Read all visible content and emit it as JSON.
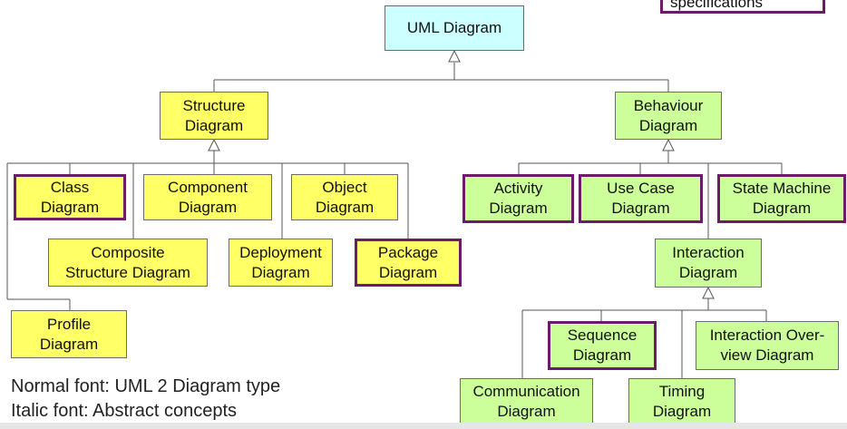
{
  "root": [
    "UML Diagram"
  ],
  "structure": [
    "Structure",
    "Diagram"
  ],
  "behaviour": [
    "Behaviour",
    "Diagram"
  ],
  "class_d": [
    "Class",
    "Diagram"
  ],
  "component_d": [
    "Component",
    "Diagram"
  ],
  "object_d": [
    "Object",
    "Diagram"
  ],
  "composite_d": [
    "Composite",
    "Structure Diagram"
  ],
  "deployment_d": [
    "Deployment",
    "Diagram"
  ],
  "package_d": [
    "Package",
    "Diagram"
  ],
  "profile_d": [
    "Profile",
    "Diagram"
  ],
  "activity_d": [
    "Activity",
    "Diagram"
  ],
  "usecase_d": [
    "Use Case",
    "Diagram"
  ],
  "statemachine_d": [
    "State Machine",
    "Diagram"
  ],
  "interaction_d": [
    "Interaction",
    "Diagram"
  ],
  "sequence_d": [
    "Sequence",
    "Diagram"
  ],
  "overview_d": [
    "Interaction Over-",
    "view Diagram"
  ],
  "communication_d": [
    "Communication",
    "Diagram"
  ],
  "timing_d": [
    "Timing",
    "Diagram"
  ],
  "legend": {
    "box_text": "specifications",
    "line1": "Normal font: UML 2 Diagram type",
    "line2": "Italic font: Abstract concepts"
  },
  "colors": {
    "structure_fill": "#ffff66",
    "behaviour_fill": "#ccff99",
    "root_fill": "#ccffff",
    "highlight_border": "#6a1b6a"
  }
}
